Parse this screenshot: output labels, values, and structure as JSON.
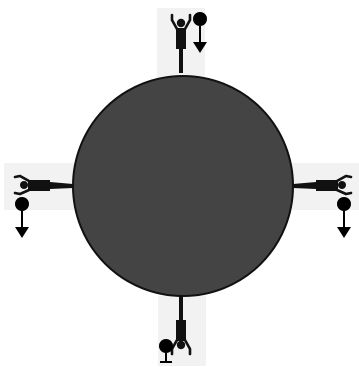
{
  "diagram": {
    "planet_color": "#444444",
    "planet_outline": "#111111",
    "figure_color": "#111111",
    "card_color": "#f2f2f2",
    "figures": [
      {
        "position": "top",
        "ball": "ball-with-down-arrow"
      },
      {
        "position": "right",
        "ball": "ball-with-down-arrow"
      },
      {
        "position": "bottom",
        "ball": "ball-on-stand"
      },
      {
        "position": "left",
        "ball": "ball-with-down-arrow"
      }
    ]
  }
}
